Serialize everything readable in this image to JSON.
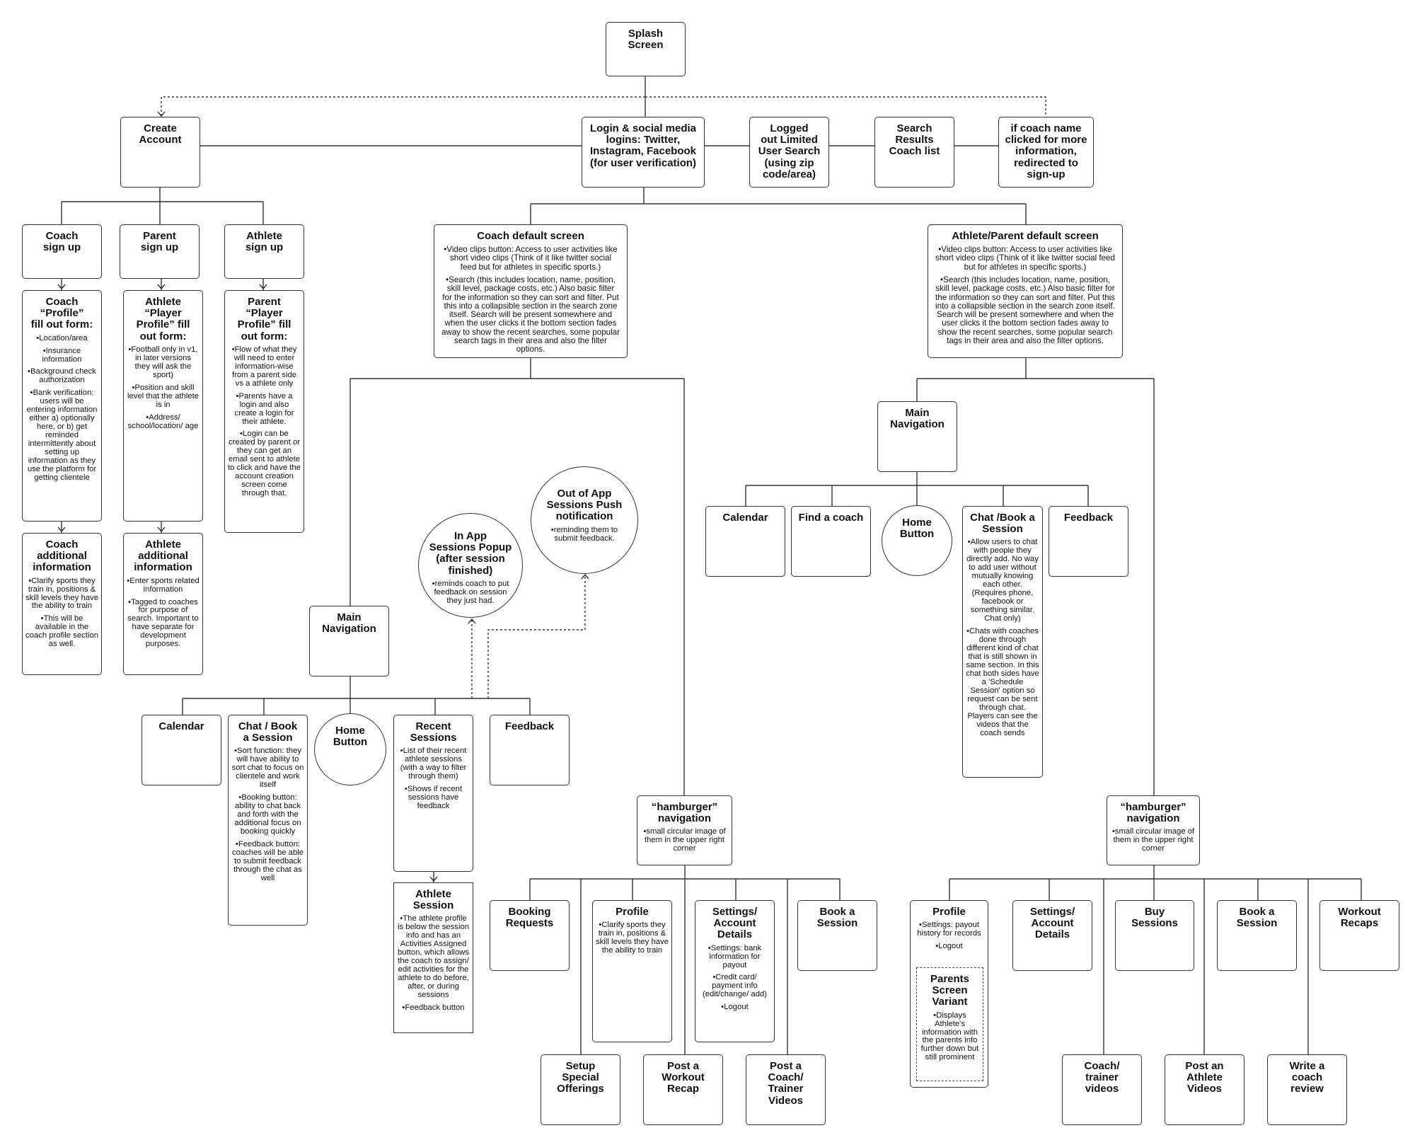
{
  "nodes": {
    "splash": {
      "title": "Splash\nScreen"
    },
    "create_account": {
      "title": "Create\nAccount"
    },
    "login": {
      "title": "Login & social media\nlogins: Twitter,\nInstagram, Facebook\n(for user verification)"
    },
    "logged_out_search": {
      "title": "Logged\nout Limited\nUser Search\n(using zip\ncode/area)"
    },
    "search_results": {
      "title": "Search\nResults\nCoach list"
    },
    "coach_name_redirect": {
      "title": "if coach name\nclicked for more\ninformation,\nredirected to\nsign-up"
    },
    "coach_signup": {
      "title": "Coach\nsign up"
    },
    "parent_signup": {
      "title": "Parent\nsign up"
    },
    "athlete_signup": {
      "title": "Athlete\nsign up"
    },
    "coach_profile_form": {
      "title": "Coach\n“Profile”\nfill out form:",
      "bullets": [
        "Location/area",
        "Insurance information",
        "Background check authorization",
        "Bank verification: users will be entering information either a) optionally here, or b) get reminded intermittently about setting up information as they use the platform for getting clientele"
      ]
    },
    "athlete_profile_form": {
      "title": "Athlete\n“Player\nProfile” fill\nout form:",
      "bullets": [
        "Football only in v1, in later versions they will ask the sport)",
        "Position and skill level that the athlete is in",
        "Address/ school/location/ age"
      ]
    },
    "parent_profile_form": {
      "title": "Parent\n“Player\nProfile” fill\nout form:",
      "bullets": [
        "Flow of what they will need to enter information-wise from a parent side vs a athlete only",
        "Parents have a login and also create a login for their athlete.",
        "Login can be created by parent or they can get an email sent to athlete to click and have the account creation screen come through that."
      ]
    },
    "coach_additional": {
      "title": "Coach\nadditional\ninformation",
      "bullets": [
        "Clarify sports they train in, positions & skill levels they have the ability to train",
        "This will be available in the coach profile section as well."
      ]
    },
    "athlete_additional": {
      "title": "Athlete\nadditional\ninformation",
      "bullets": [
        "Enter sports related information",
        "Tagged to coaches for purpose of search. Important to have separate for development purposes."
      ]
    },
    "coach_default": {
      "title": "Coach default screen",
      "bullets": [
        "Video clips button: Access to user activities like short video clips (Think of it like twitter social feed but for athletes in specific sports.)",
        "Search (this includes location, name, position, skill level, package costs, etc.) Also basic filter for the information so they can sort and filter. Put this into a collapsible section in the search zone itself. Search will be present somewhere and when the user clicks it the bottom section fades away to show the recent searches, some popular search tags in their area and also the filter options."
      ]
    },
    "athlete_default": {
      "title": "Athlete/Parent default screen",
      "bullets": [
        "Video clips button: Access to user activities like short video clips (Think of it like twitter social feed but for athletes in specific sports.)",
        "Search (this includes location, name, position, skill level, package costs, etc.) Also basic filter for the information so they can sort and filter. Put this into a collapsible section in the search zone itself. Search will be present somewhere and when the user clicks it the bottom section fades away to show the recent searches, some popular search tags in their area and also the filter options."
      ]
    },
    "coach_main_nav": {
      "title": "Main\nNavigation"
    },
    "in_app_popup": {
      "title": "In App\nSessions Popup\n(after session\nfinished)",
      "bullets": [
        "reminds coach to put feedback on session they just had."
      ]
    },
    "out_of_app_push": {
      "title": "Out of App\nSessions Push\nnotification",
      "bullets": [
        "reminding them to submit feedback."
      ]
    },
    "coach_calendar": {
      "title": "Calendar"
    },
    "coach_chat_book": {
      "title": "Chat / Book\na Session",
      "bullets": [
        "Sort function: they will have ability to sort chat to focus on clientele and work itself",
        "Booking button: ability to chat back and forth with the additional focus on booking quickly",
        "Feedback button: coaches will be able to submit feedback through the chat as well"
      ]
    },
    "coach_home": {
      "title": "Home\nButton"
    },
    "recent_sessions": {
      "title": "Recent\nSessions",
      "bullets": [
        "List of their recent athlete sessions (with a way to filter through them)",
        "Shows if recent sessions have feedback"
      ]
    },
    "athlete_session": {
      "title": "Athlete\nSession",
      "bullets": [
        "The athlete profile is below the session info and has an Activities Assigned button, which allows the coach to assign/ edit activities for the athlete to do before, after, or during sessions",
        "Feedback button"
      ]
    },
    "coach_feedback": {
      "title": "Feedback"
    },
    "coach_hamburger": {
      "title": "“hamburger”\nnavigation",
      "bullets": [
        "small circular image of them in the upper right corner"
      ]
    },
    "booking_requests": {
      "title": "Booking\nRequests"
    },
    "coach_profile": {
      "title": "Profile",
      "bullets": [
        "Clarify sports they train in, positions & skill levels they have the ability to train"
      ]
    },
    "coach_settings": {
      "title": "Settings/\nAccount\nDetails",
      "bullets": [
        "Settings: bank information for payout",
        "Credit card/ payment info (edit/change/ add)",
        "Logout"
      ]
    },
    "coach_book_session": {
      "title": "Book a\nSession"
    },
    "setup_offerings": {
      "title": "Setup\nSpecial\nOfferings"
    },
    "post_workout_recap": {
      "title": "Post a\nWorkout\nRecap"
    },
    "post_coach_videos": {
      "title": "Post a\nCoach/\nTrainer\nVideos"
    },
    "athlete_main_nav": {
      "title": "Main\nNavigation"
    },
    "athlete_calendar": {
      "title": "Calendar"
    },
    "find_coach": {
      "title": "Find a coach"
    },
    "athlete_home": {
      "title": "Home\nButton"
    },
    "athlete_chat_book": {
      "title": "Chat /Book a\nSession",
      "bullets": [
        "Allow users to chat with people they directly add. No way to add user without mutually knowing each other. (Requires phone, facebook or something similar. Chat only)",
        "Chats with coaches done through different kind of chat that is still shown in same section. In this chat both sides have a 'Schedule Session' option so request can be sent through chat. Players can see the videos that the coach sends"
      ]
    },
    "athlete_feedback": {
      "title": "Feedback"
    },
    "athlete_hamburger": {
      "title": "“hamburger”\nnavigation",
      "bullets": [
        "small circular image of them in the upper right corner"
      ]
    },
    "athlete_profile": {
      "title": "Profile",
      "bullets": [
        "Settings: payout history for records",
        "Logout"
      ]
    },
    "parents_variant": {
      "title": "Parents\nScreen\nVariant",
      "bullets": [
        "Displays Athlete's information with the parents info further down but still prominent"
      ]
    },
    "athlete_settings": {
      "title": "Settings/\nAccount\nDetails"
    },
    "buy_sessions": {
      "title": "Buy\nSessions"
    },
    "athlete_book_session": {
      "title": "Book a\nSession"
    },
    "workout_recaps": {
      "title": "Workout\nRecaps"
    },
    "coach_trainer_videos": {
      "title": "Coach/\ntrainer\nvideos"
    },
    "post_athlete_videos": {
      "title": "Post an\nAthlete\nVideos"
    },
    "write_coach_review": {
      "title": "Write a\ncoach\nreview"
    }
  },
  "colors": {
    "line": "#333333",
    "border": "#333333",
    "background": "#ffffff"
  }
}
